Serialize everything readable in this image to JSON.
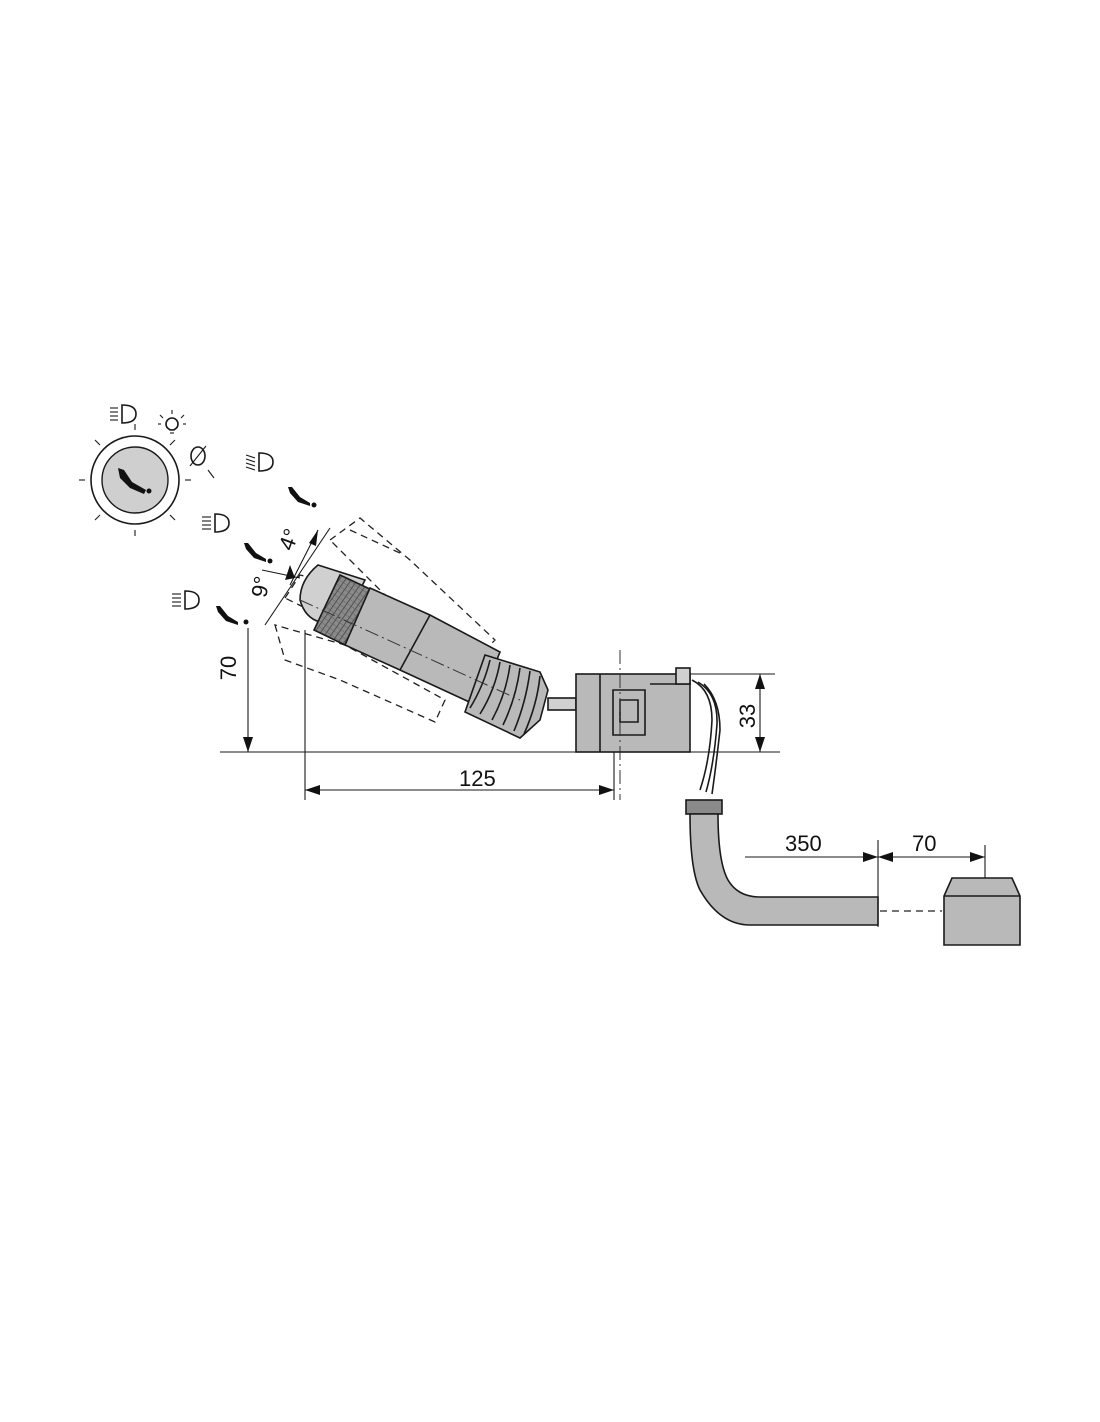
{
  "dimensions": {
    "length_125": "125",
    "height_70": "70",
    "height_33": "33",
    "cable_350": "350",
    "connector_70": "70",
    "angle_4": "4°",
    "angle_9": "9°"
  },
  "icons": [
    "high-beam-icon",
    "parking-light-icon",
    "horn-icon",
    "flasher-icon",
    "dipped-beam-icon"
  ],
  "colors": {
    "ink": "#1a1a1a",
    "body_gray": "#b9b9b9",
    "knurl_gray": "#8a8a8a"
  }
}
